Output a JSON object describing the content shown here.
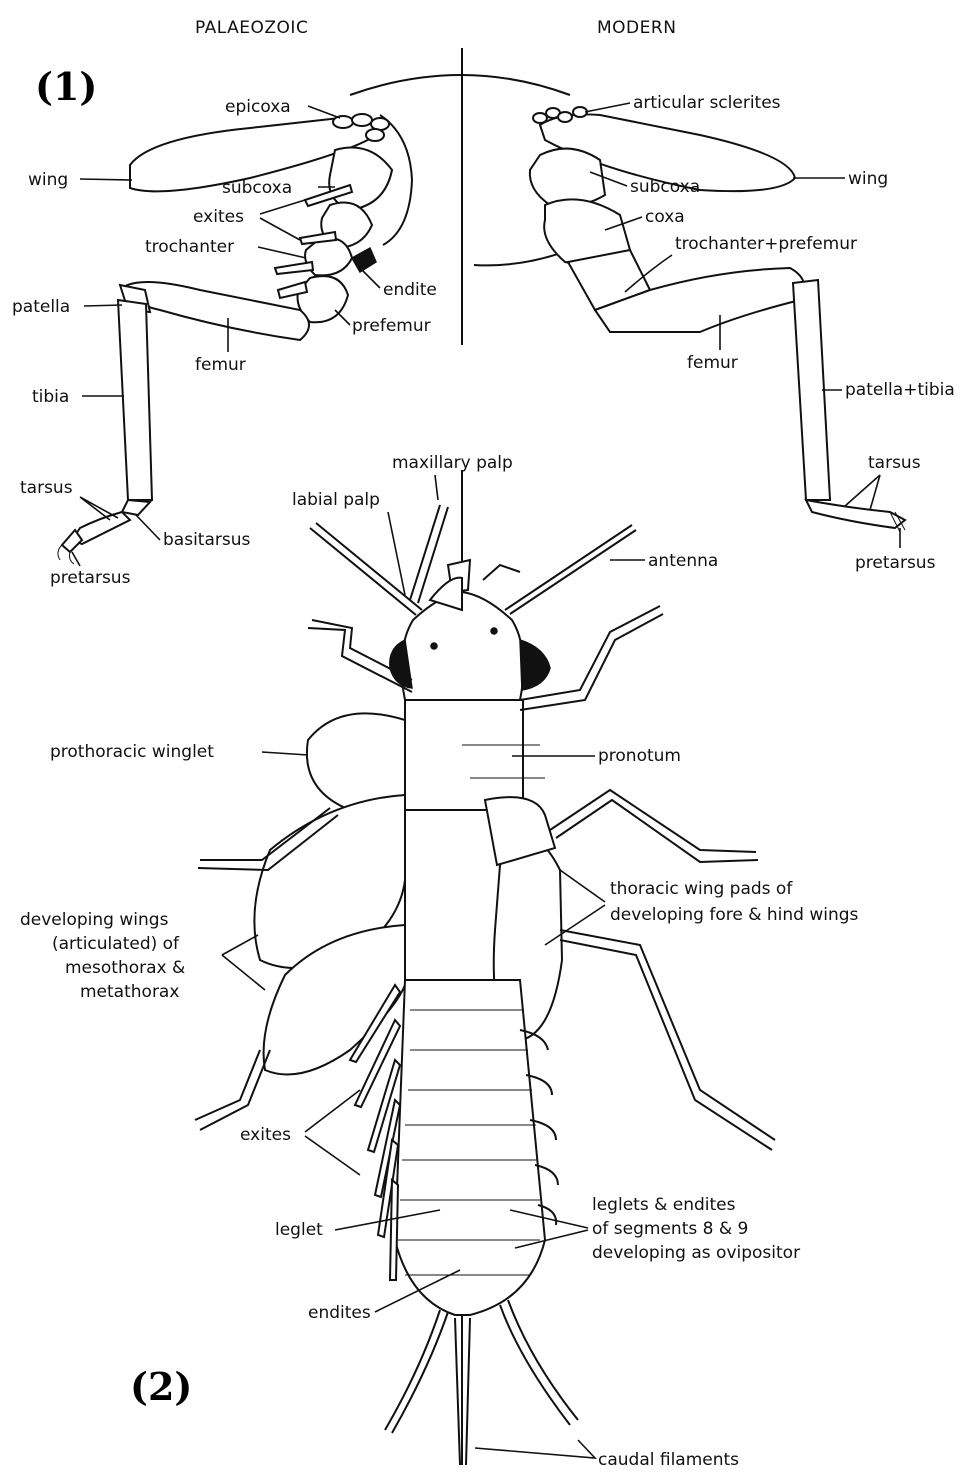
{
  "headers": {
    "left": "PALAEOZOIC",
    "right": "MODERN"
  },
  "panels": {
    "one": "(1)",
    "two": "(2)"
  },
  "legs_left": {
    "epicoxa": "epicoxa",
    "wing": "wing",
    "subcoxa": "subcoxa",
    "exites": "exites",
    "trochanter": "trochanter",
    "endite": "endite",
    "patella": "patella",
    "prefemur": "prefemur",
    "femur": "femur",
    "tibia": "tibia",
    "tarsus": "tarsus",
    "basitarsus": "basitarsus",
    "pretarsus": "pretarsus"
  },
  "legs_right": {
    "articular_sclerites": "articular sclerites",
    "wing": "wing",
    "subcoxa": "subcoxa",
    "coxa": "coxa",
    "trochanter_prefemur": "trochanter+prefemur",
    "femur": "femur",
    "patella_tibia": "patella+tibia",
    "tarsus": "tarsus",
    "pretarsus": "pretarsus"
  },
  "body": {
    "maxillary_palp": "maxillary palp",
    "labial_palp": "labial palp",
    "antenna": "antenna",
    "prothoracic_winglet": "prothoracic winglet",
    "pronotum": "pronotum",
    "thoracic_wing_pads": [
      "thoracic wing pads of",
      "developing fore & hind wings"
    ],
    "developing_wings": [
      "developing wings",
      "(articulated) of",
      "mesothorax &",
      "metathorax"
    ],
    "exites": "exites",
    "leglet": "leglet",
    "leglets_endites": [
      "leglets & endites",
      "of segments 8 & 9",
      "developing as ovipositor"
    ],
    "endites": "endites",
    "caudal_filaments": "caudal filaments"
  }
}
